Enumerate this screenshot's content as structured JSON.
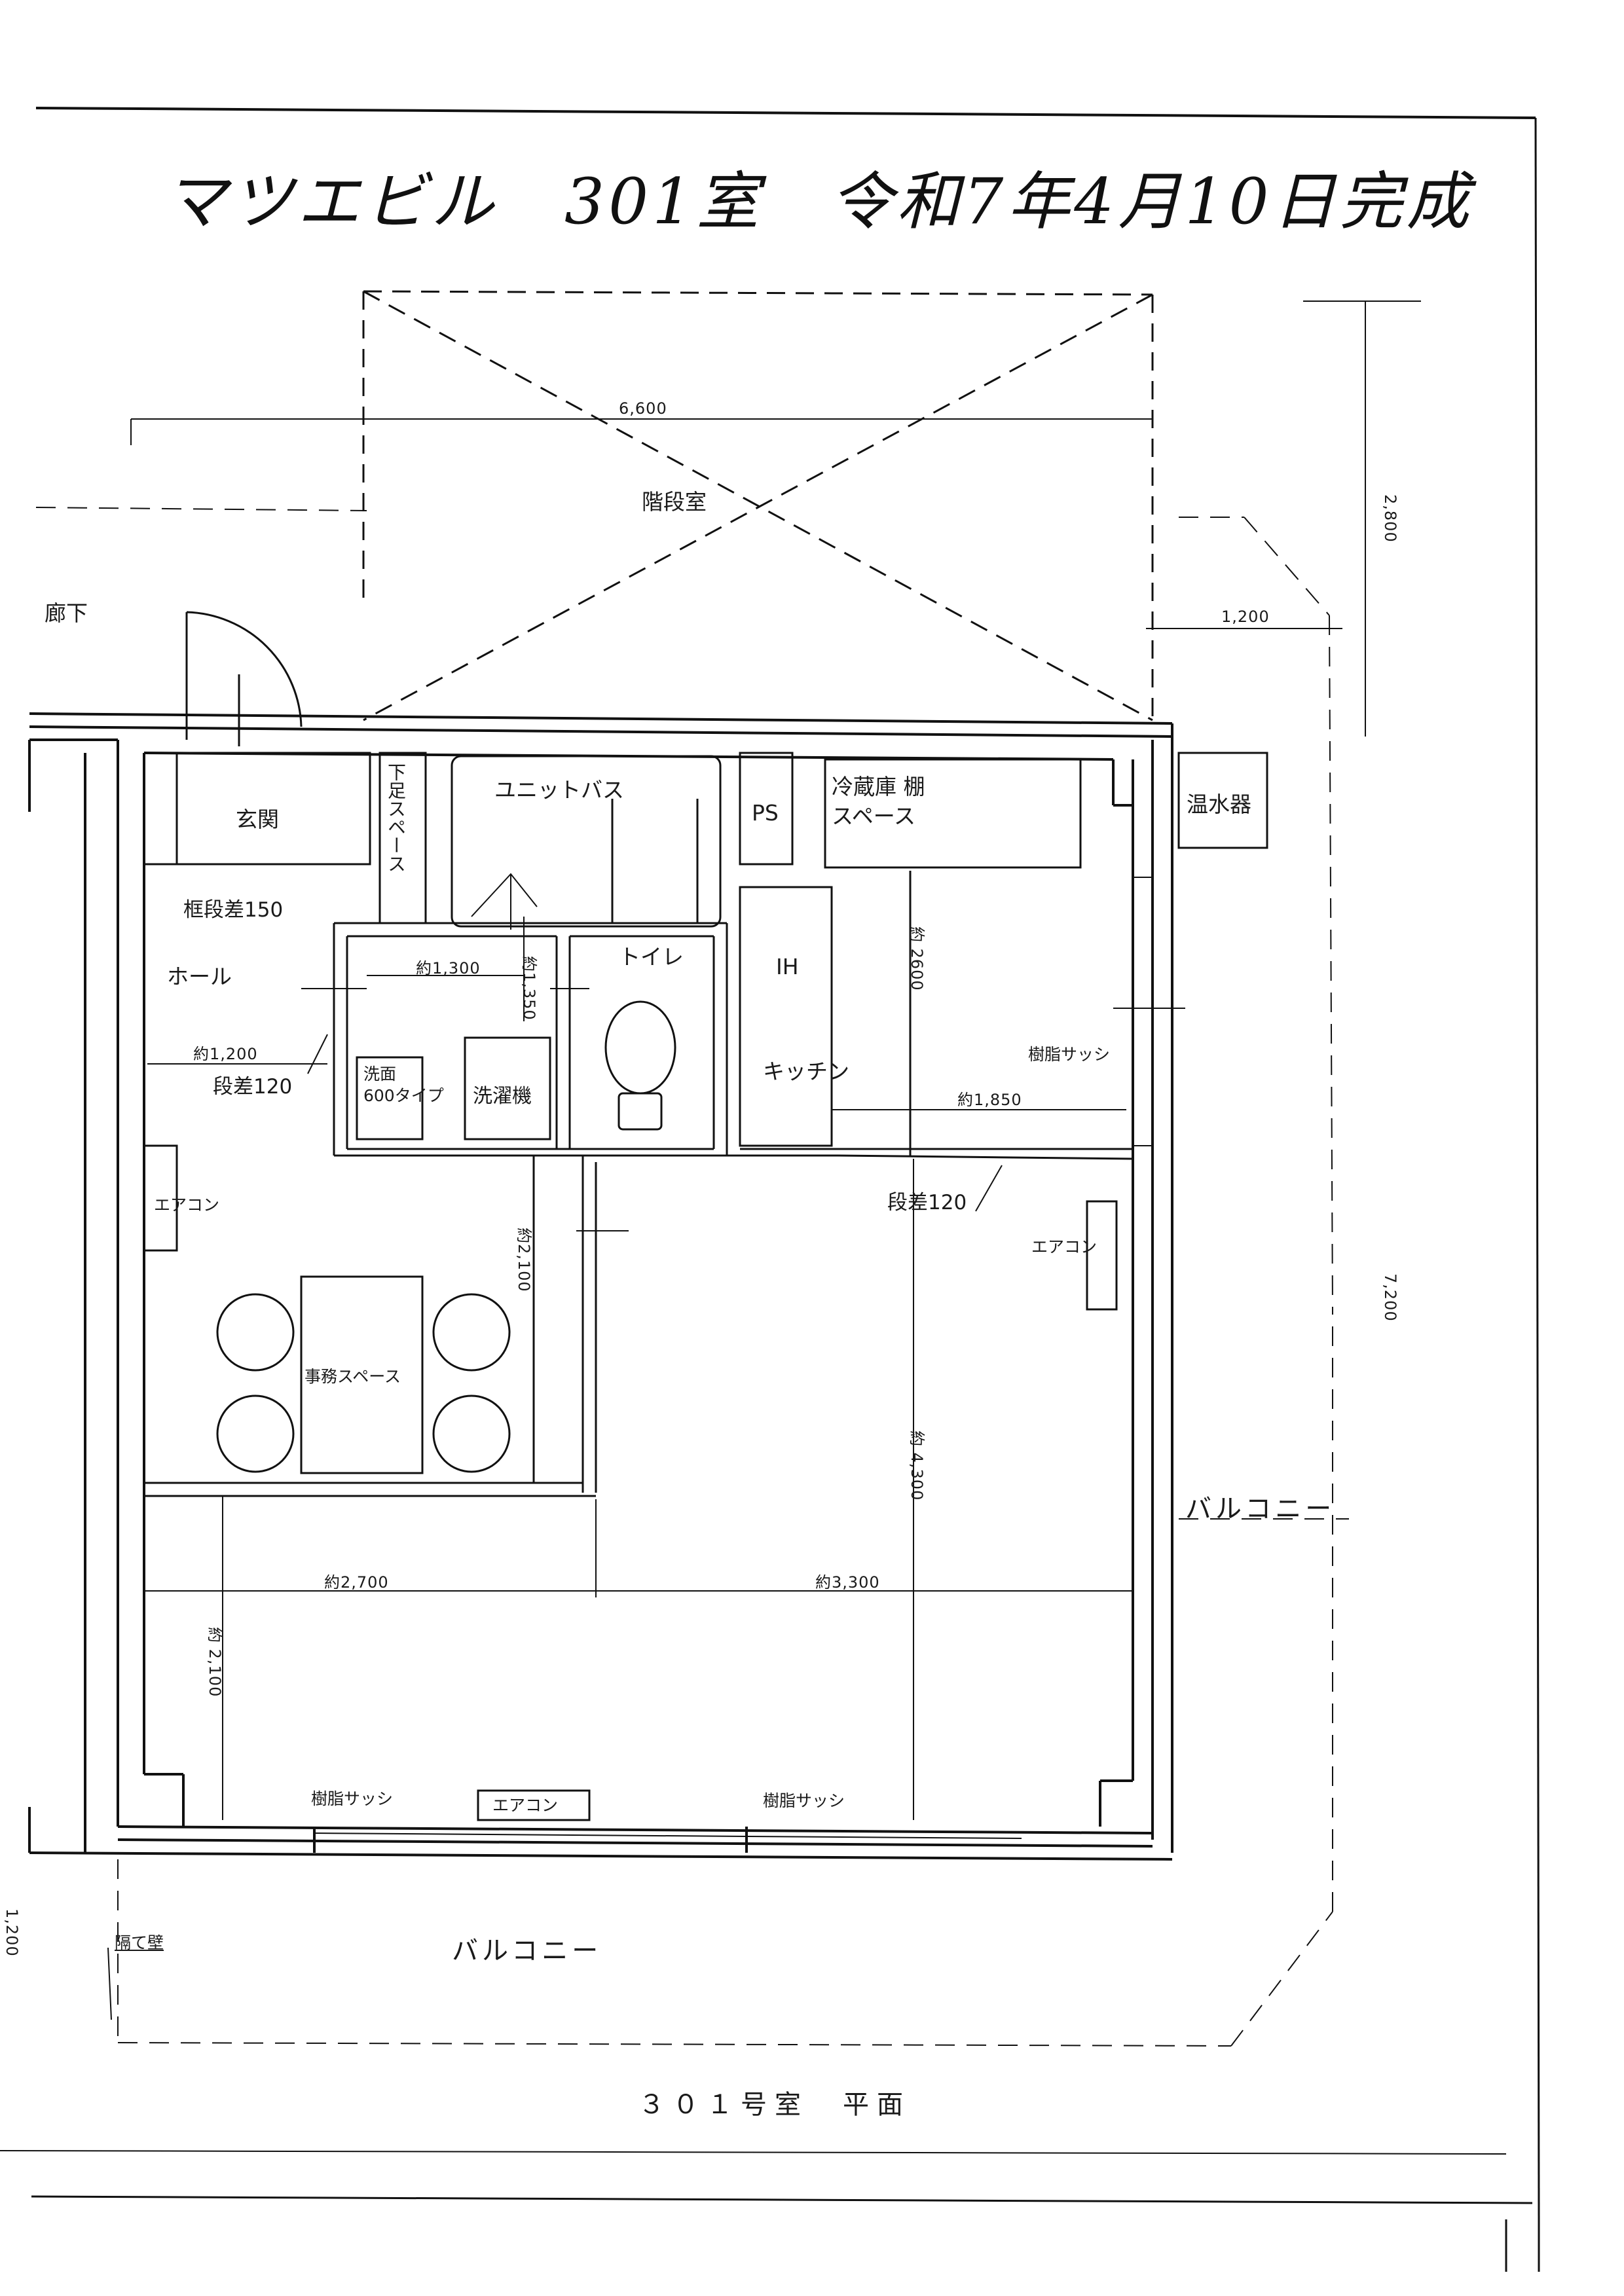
{
  "title": "マツエビル　301室　令和7年4月10日完成",
  "caption": "３０１号室　平面",
  "rooms": {
    "stairwell": "階段室",
    "corridor": "廊下",
    "entrance": "玄関",
    "hall": "ホール",
    "unit_bath": "ユニットバス",
    "ps": "PS",
    "fridge_shelf_space": "冷蔵庫 棚\nスペース",
    "water_heater": "温水器",
    "toilet": "トイレ",
    "ih": "IH",
    "kitchen": "キッチン",
    "washbasin": "洗面\n600タイプ",
    "washing_machine": "洗濯機",
    "office_space": "事務スペース",
    "balcony_east": "バルコニー",
    "balcony_south": "バルコニー",
    "shoe_space": "下足スペース",
    "partition_wall": "隔て壁"
  },
  "notes": {
    "frame_step": "框段差150",
    "step_hall": "段差120",
    "step_main": "段差120",
    "aircon_west": "エアコン",
    "aircon_east": "エアコン",
    "aircon_south": "エアコン",
    "sash_east": "樹脂サッシ",
    "sash_south_left": "樹脂サッシ",
    "sash_south_right": "樹脂サッシ"
  },
  "dimensions": {
    "stair_width": "6,600",
    "stair_depth": "2,800",
    "water_heater_width": "1,200",
    "total_depth": "7,200",
    "south_balcony_depth": "1,200",
    "hall_width": "約1,200",
    "wash_width": "約1,300",
    "wash_depth": "約1,350",
    "kitchen_depth": "約 2600",
    "kitchen_width": "約1,850",
    "office_depth": "約2,100",
    "main_depth": "約 4,300",
    "west_width": "約2,700",
    "east_width": "約3,300",
    "south_depth": "約 2,100"
  }
}
